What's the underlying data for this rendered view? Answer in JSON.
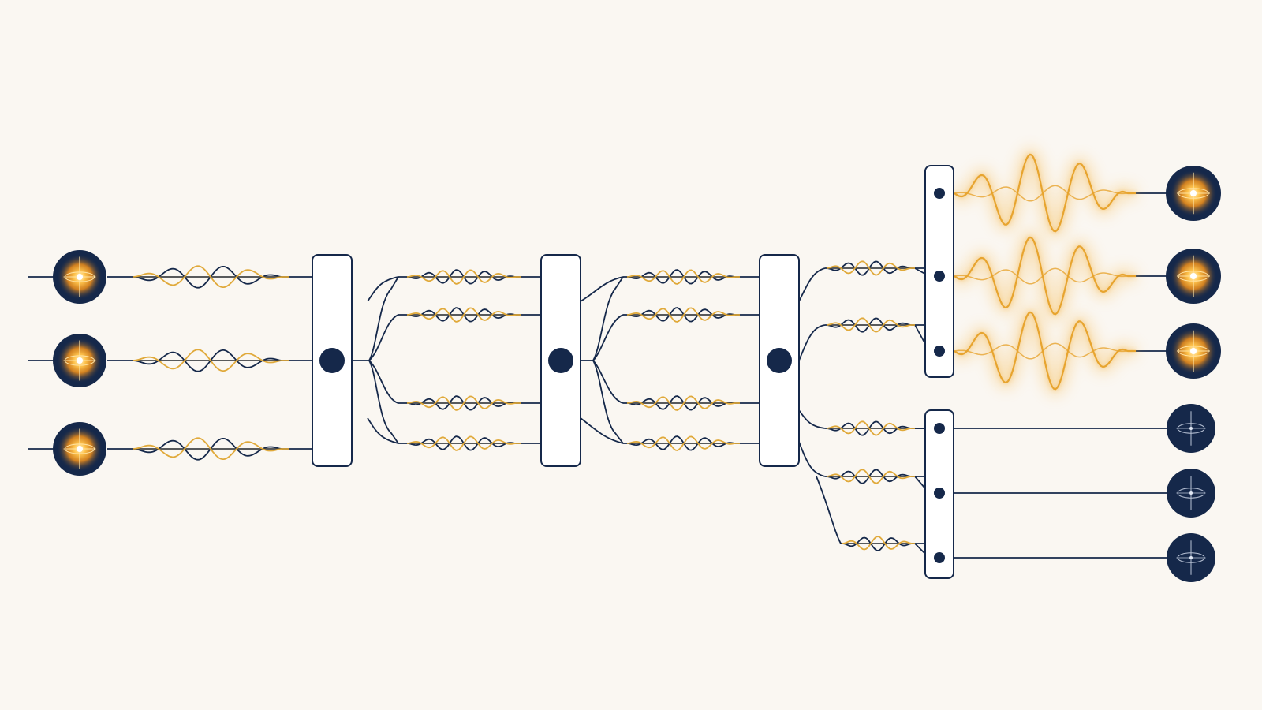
{
  "colors": {
    "background": "#faf7f2",
    "navy": "#15284a",
    "gold": "#e0a93a",
    "glow": "#f6b23c",
    "white": "#ffffff"
  },
  "diagram": {
    "input_nodes": [
      {
        "icon": "lit-sphere-icon",
        "state": "active"
      },
      {
        "icon": "lit-sphere-icon",
        "state": "active"
      },
      {
        "icon": "lit-sphere-icon",
        "state": "active"
      }
    ],
    "stages": [
      {
        "kind": "combiner",
        "outputs": 2
      },
      {
        "kind": "combiner",
        "outputs": 2
      },
      {
        "kind": "combiner",
        "outputs": 2
      }
    ],
    "output_groups": [
      {
        "kind": "amplified",
        "state": "active",
        "count": 3,
        "icon": "lit-sphere-icon"
      },
      {
        "kind": "dormant",
        "state": "inactive",
        "count": 3,
        "icon": "dark-sphere-icon"
      }
    ]
  }
}
